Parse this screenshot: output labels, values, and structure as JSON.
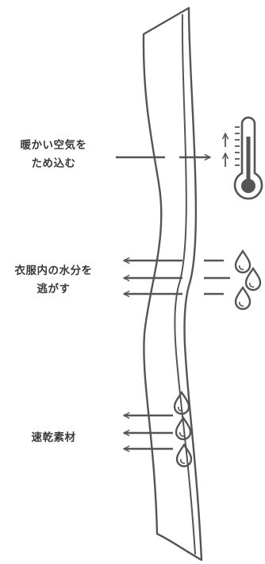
{
  "features": [
    {
      "key": "warm",
      "lines": [
        "暖かい空気を",
        "ため込む"
      ],
      "icon": "thermometer-icon"
    },
    {
      "key": "moisture",
      "lines": [
        "衣服内の水分を",
        "逃がす"
      ],
      "icon": "water-drop-icon"
    },
    {
      "key": "quickdry",
      "lines": [
        "速乾素材"
      ],
      "icon": "water-drop-icon"
    }
  ],
  "colors": {
    "stroke": "#555555",
    "text": "#3a3a3a",
    "background": "#ffffff"
  }
}
